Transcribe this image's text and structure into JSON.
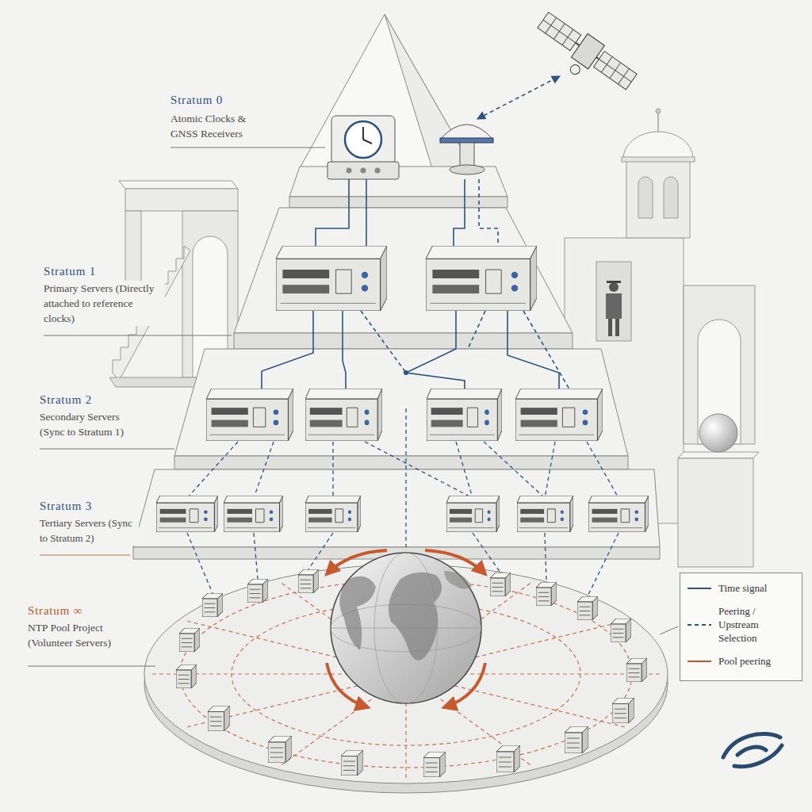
{
  "diagram": {
    "labels": [
      "Stratum 0",
      "Atomic Clocks & GNSS Receivers",
      "Stratum 1",
      "Primary Servers (Directly attached to reference clocks)",
      "Stratum 2",
      "Secondary Servers (Sync to Stratum 1)",
      "Stratum 3",
      "Tertiary Servers (Sync to Stratum 2)",
      "Stratum ∞",
      "NTP Pool Project (Volunteer Servers)"
    ],
    "legend": [
      {
        "text": "Time signal"
      },
      {
        "text": "Peering / Upstream Selection"
      },
      {
        "text": "Pool peering"
      }
    ]
  }
}
